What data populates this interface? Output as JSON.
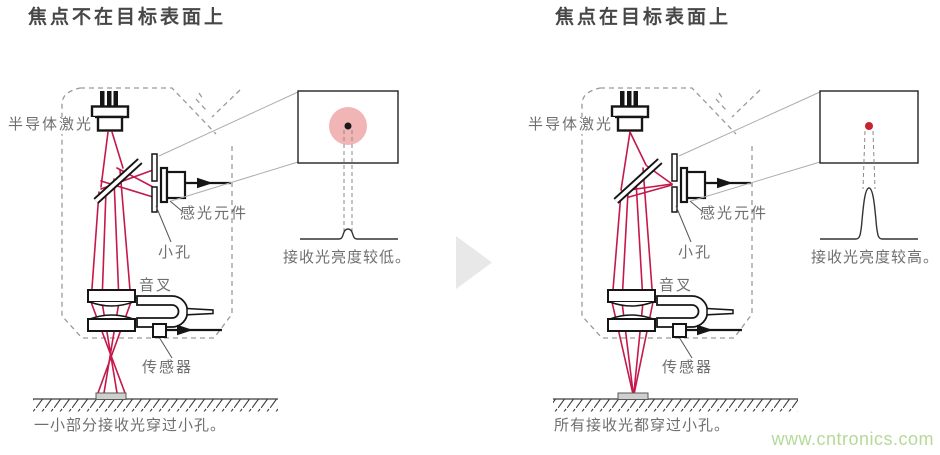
{
  "panels": [
    {
      "id": "defocused",
      "title": "焦点不在目标表面上",
      "labels": {
        "laser": "半导体激光",
        "photocell": "感光元件",
        "pinhole": "小孔",
        "tuning_fork": "音叉",
        "sensor": "传感器"
      },
      "magnified_view": {
        "spot": "large-diffuse-spot",
        "brightness_note": "接收光亮度较低。"
      },
      "caption": "一小部分接收光穿过小孔。"
    },
    {
      "id": "focused",
      "title": "焦点在目标表面上",
      "labels": {
        "laser": "半导体激光",
        "photocell": "感光元件",
        "pinhole": "小孔",
        "tuning_fork": "音叉",
        "sensor": "传感器"
      },
      "magnified_view": {
        "spot": "small-focused-dot",
        "brightness_note": "接收光亮度较高。"
      },
      "caption": "所有接收光都穿过小孔。"
    }
  ],
  "watermark": "www.cntronics.com",
  "icons": {
    "chevron": "right-triangle",
    "laser": "laser-diode-glyph",
    "signal_arrow": "right-arrow",
    "ground": "hatched-surface"
  },
  "colors": {
    "beam_red": "#c4194a",
    "spot_pink": "#f2b5b5",
    "dot_red": "#c62333",
    "dot_black": "#1a1a1a",
    "watermark_green": "#b5da97",
    "chevron_gray": "#e8e8e8",
    "label_gray": "#6f6f6f",
    "title_gray": "#474747",
    "line_dark": "#151515",
    "dashed_gray": "#9a9a9a"
  }
}
